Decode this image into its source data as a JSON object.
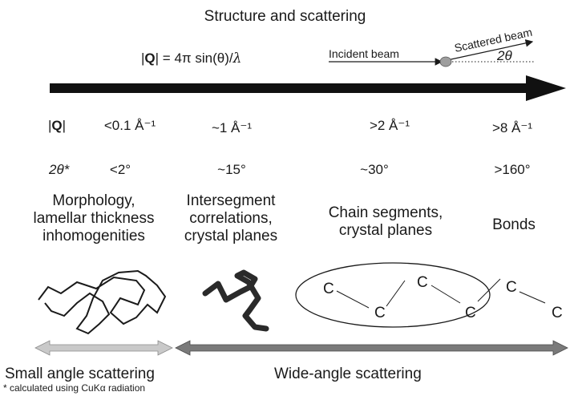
{
  "title": "Structure and scattering",
  "formula": {
    "q": "Q",
    "rest": " = 4π sin(θ)/",
    "lambda": "λ"
  },
  "beam": {
    "incident_label": "Incident beam",
    "scattered_label": "Scattered beam",
    "angle_label": "2θ"
  },
  "rows": {
    "q_header": "Q",
    "two_theta_header": "2θ*",
    "q_values": [
      "<0.1 Å⁻¹",
      "~1 Å⁻¹",
      ">2 Å⁻¹",
      ">8 Å⁻¹"
    ],
    "two_theta_values": [
      "<2°",
      "~15°",
      "~30°",
      ">160°"
    ]
  },
  "descriptions": [
    [
      "Morphology,",
      "lamellar thickness",
      "inhomogenities"
    ],
    [
      "Intersegment",
      "correlations,",
      "crystal planes"
    ],
    [
      "Chain segments,",
      "crystal planes"
    ],
    [
      "Bonds"
    ]
  ],
  "atom_label": "C",
  "ranges": {
    "small": "Small angle scattering",
    "wide": "Wide-angle scattering"
  },
  "footnote": "* calculated using CuKα  radiation",
  "colors": {
    "main_arrow": "#111111",
    "small_arrow": "#c9c9c9",
    "wide_arrow": "#7a7a7a",
    "sample_dot": "#9e9e9e"
  }
}
